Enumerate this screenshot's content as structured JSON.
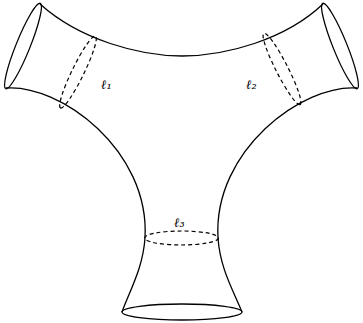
{
  "diagram": {
    "labels": [
      "ℓ₁",
      "ℓ₂",
      "ℓ₃"
    ]
  }
}
